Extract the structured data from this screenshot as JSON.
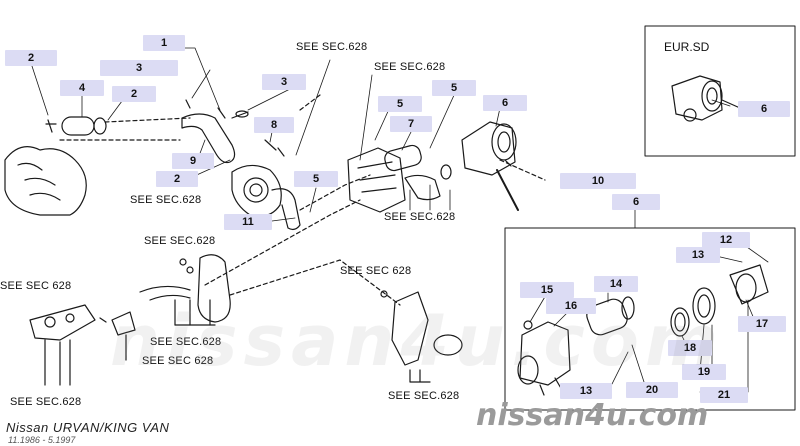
{
  "callouts": [
    {
      "id": "c1",
      "label": "1"
    },
    {
      "id": "c2a",
      "label": "2"
    },
    {
      "id": "c3a",
      "label": "3"
    },
    {
      "id": "c4",
      "label": "4"
    },
    {
      "id": "c2b",
      "label": "2"
    },
    {
      "id": "c3b",
      "label": "3"
    },
    {
      "id": "c8",
      "label": "8"
    },
    {
      "id": "c9",
      "label": "9"
    },
    {
      "id": "c2c",
      "label": "2"
    },
    {
      "id": "c5a",
      "label": "5"
    },
    {
      "id": "c5b",
      "label": "5"
    },
    {
      "id": "c6a",
      "label": "6"
    },
    {
      "id": "c7",
      "label": "7"
    },
    {
      "id": "c5c",
      "label": "5"
    },
    {
      "id": "c11",
      "label": "11"
    },
    {
      "id": "c10",
      "label": "10"
    },
    {
      "id": "c6b",
      "label": "6"
    },
    {
      "id": "c6c",
      "label": "6"
    },
    {
      "id": "c12",
      "label": "12"
    },
    {
      "id": "c13a",
      "label": "13"
    },
    {
      "id": "c14",
      "label": "14"
    },
    {
      "id": "c15",
      "label": "15"
    },
    {
      "id": "c16",
      "label": "16"
    },
    {
      "id": "c17",
      "label": "17"
    },
    {
      "id": "c18",
      "label": "18"
    },
    {
      "id": "c19",
      "label": "19"
    },
    {
      "id": "c13b",
      "label": "13"
    },
    {
      "id": "c20",
      "label": "20"
    },
    {
      "id": "c21",
      "label": "21"
    }
  ],
  "section_refs": [
    {
      "id": "r1",
      "text": "SEE SEC.628"
    },
    {
      "id": "r2",
      "text": "SEE SEC.628"
    },
    {
      "id": "r3",
      "text": "SEE SEC.628"
    },
    {
      "id": "r4",
      "text": "SEE SEC.628"
    },
    {
      "id": "r5",
      "text": "SEE SEC.628"
    },
    {
      "id": "r6",
      "text": "SEE SEC 628"
    },
    {
      "id": "r7",
      "text": "SEE SEC.628"
    },
    {
      "id": "r8",
      "text": "SEE SEC 628"
    },
    {
      "id": "r9",
      "text": "SEE SEC 628"
    },
    {
      "id": "r10",
      "text": "SEE SEC.628"
    },
    {
      "id": "r11",
      "text": "SEE SEC.628"
    }
  ],
  "inset_label": "EUR.SD",
  "footer": {
    "title": "Nissan URVAN/KING VAN",
    "years": "11.1986 - 5.1997",
    "watermark": "nissan4u.com"
  }
}
